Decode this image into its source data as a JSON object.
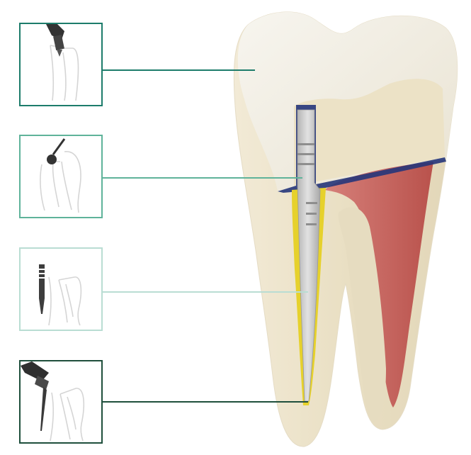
{
  "figure": {
    "type": "root-canal-post-procedure-diagram",
    "colors": {
      "frame_dark_teal": "#1d7c6b",
      "frame_medium_teal": "#5fb39a",
      "frame_light_teal": "#b9ddd3",
      "frame_dark_green": "#1f4f3c",
      "enamel": "#f2efe6",
      "dentin": "#ece2c6",
      "pulp": "#c8675e",
      "post": "#c9c9c9",
      "sealer": "#e6d12c",
      "adhesive_line": "#25357a",
      "tool": "#3a3a3a"
    },
    "steps": [
      {
        "icon": "drill-access-icon",
        "frame": "dark-teal"
      },
      {
        "icon": "round-bur-icon",
        "frame": "medium-teal"
      },
      {
        "icon": "post-insert-icon",
        "frame": "light-teal"
      },
      {
        "icon": "reamer-drill-icon",
        "frame": "dark-green"
      }
    ]
  }
}
